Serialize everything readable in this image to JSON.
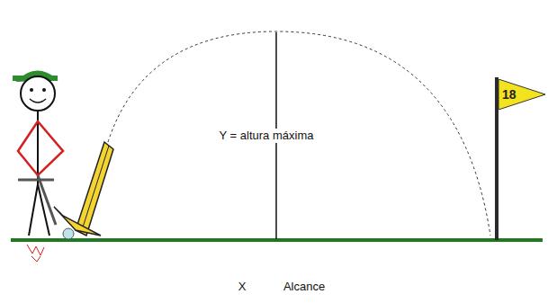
{
  "diagram": {
    "nodes": [
      {
        "text": [
          "18"
        ]
      }
    ],
    "labels": [
      "Y = altura máxima",
      "X",
      "Alcance"
    ]
  }
}
